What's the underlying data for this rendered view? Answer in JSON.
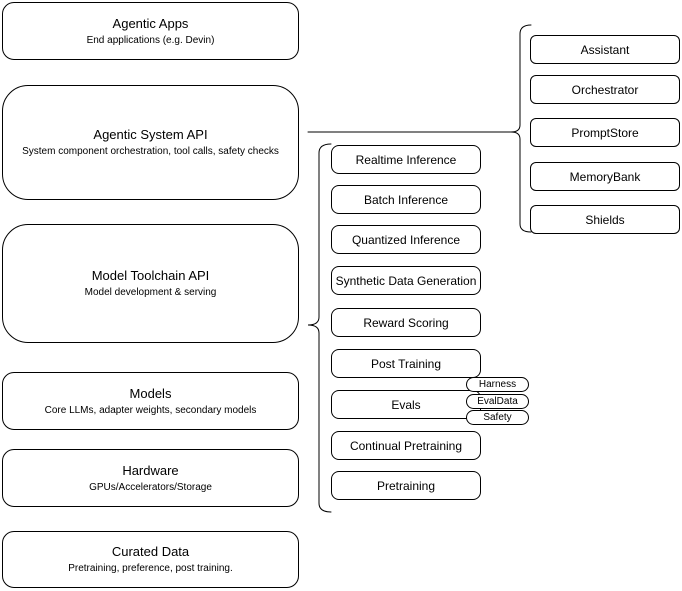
{
  "colors": {
    "stroke": "#000000",
    "background": "#ffffff",
    "text": "#000000"
  },
  "left_stack": {
    "items": [
      {
        "title": "Agentic Apps",
        "subtitle": "End applications (e.g. Devin)"
      },
      {
        "title": "Agentic System API",
        "subtitle": "System component orchestration, tool calls, safety checks"
      },
      {
        "title": "Model Toolchain API",
        "subtitle": "Model development & serving"
      },
      {
        "title": "Models",
        "subtitle": "Core LLMs, adapter weights, secondary models"
      },
      {
        "title": "Hardware",
        "subtitle": "GPUs/Accelerators/Storage"
      },
      {
        "title": "Curated Data",
        "subtitle": "Pretraining, preference, post training."
      }
    ]
  },
  "toolchain_services": {
    "items": [
      {
        "label": "Realtime Inference"
      },
      {
        "label": "Batch Inference"
      },
      {
        "label": "Quantized Inference"
      },
      {
        "label": "Synthetic Data Generation"
      },
      {
        "label": "Reward Scoring"
      },
      {
        "label": "Post Training"
      },
      {
        "label": "Evals"
      },
      {
        "label": "Continual Pretraining"
      },
      {
        "label": "Pretraining"
      }
    ]
  },
  "eval_tags": {
    "items": [
      {
        "label": "Harness"
      },
      {
        "label": "EvalData"
      },
      {
        "label": "Safety"
      }
    ]
  },
  "system_components": {
    "items": [
      {
        "label": "Assistant"
      },
      {
        "label": "Orchestrator"
      },
      {
        "label": "PromptStore"
      },
      {
        "label": "MemoryBank"
      },
      {
        "label": "Shields"
      }
    ]
  }
}
